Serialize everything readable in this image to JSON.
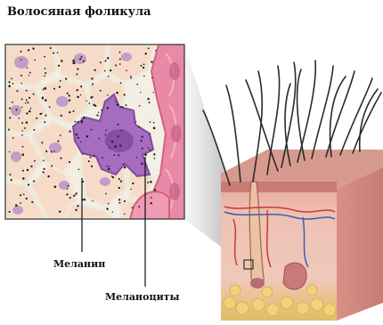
{
  "title": "Волосяная фоликула",
  "labels": {
    "melanin": "Меланин",
    "melanocytes": "Меланоциты"
  },
  "colors": {
    "cell_fill": "#f6dcc8",
    "cell_border": "#f3f0e6",
    "nucleus": "#b68fc7",
    "melanocyte": "#9a67b8",
    "pink_cell": "#e88aa6",
    "pink_cell_edge": "#d4607f",
    "skin_top": "#d99a8f",
    "dermis": "#e9b3a8",
    "fat": "#e7c56a",
    "hair": "#2b2b2b"
  },
  "icons": [
    "zoom-inset",
    "skin-cross-section-block",
    "hair-strands"
  ]
}
